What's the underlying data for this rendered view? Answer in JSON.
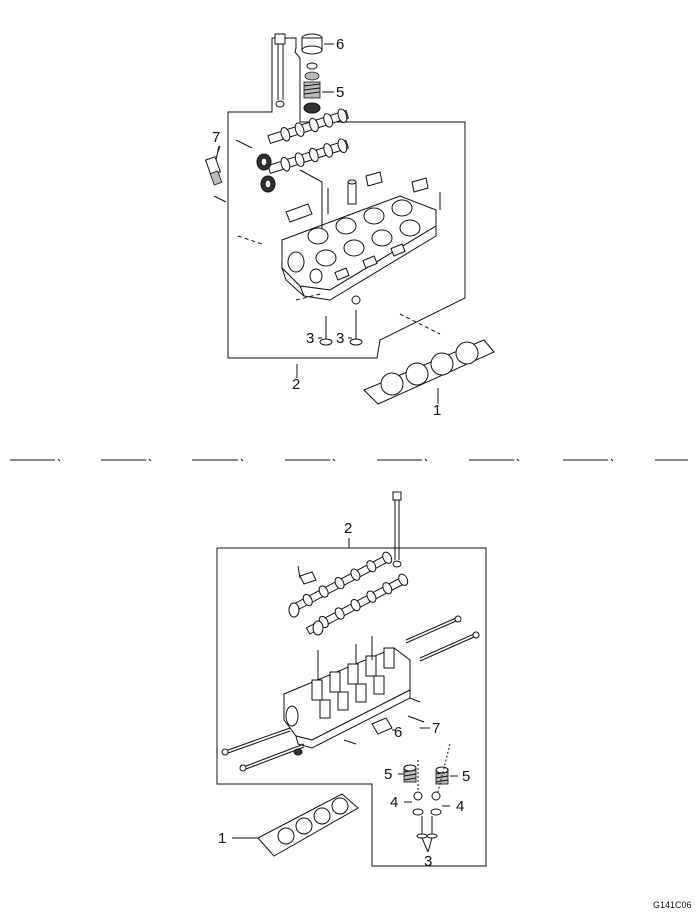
{
  "top_assembly": {
    "callouts": {
      "c1": "1",
      "c2": "2",
      "c3a": "3",
      "c3b": "3",
      "c5": "5",
      "c6": "6",
      "c7": "7"
    }
  },
  "bottom_assembly": {
    "callouts": {
      "c1": "1",
      "c2": "2",
      "c3": "3",
      "c4a": "4",
      "c4b": "4",
      "c5a": "5",
      "c5b": "5",
      "c6": "6",
      "c7": "7"
    }
  },
  "figure_code": "G141C06"
}
